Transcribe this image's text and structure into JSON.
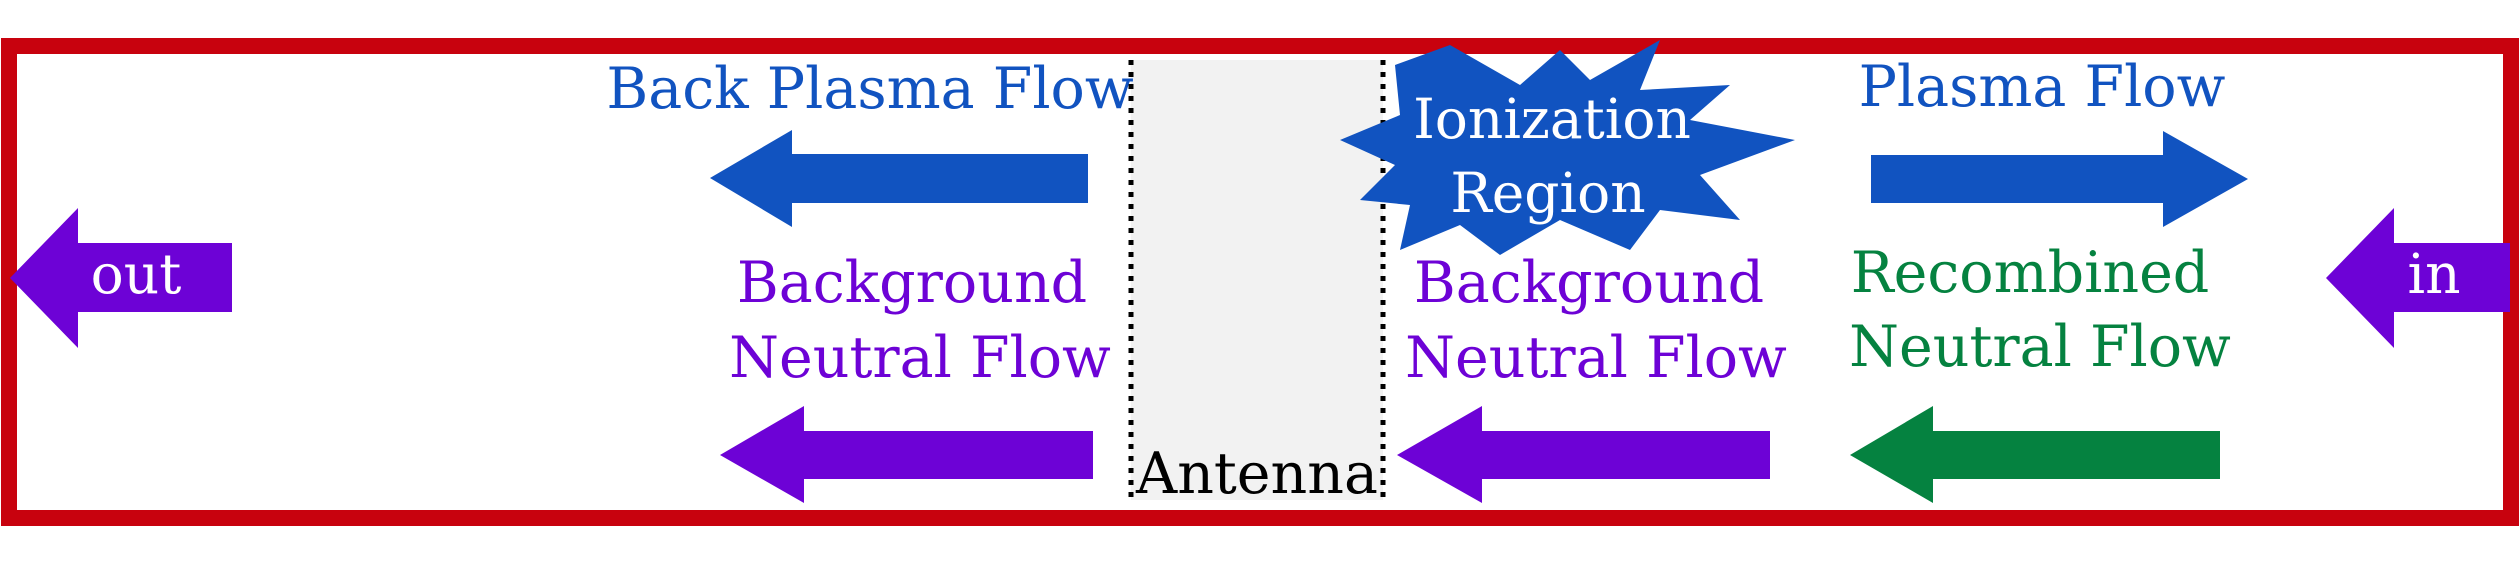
{
  "labels": {
    "back_plasma_flow": "Back Plasma Flow",
    "plasma_flow": "Plasma Flow",
    "ionization_line1": "Ionization",
    "ionization_line2": "Region",
    "out": "out",
    "in": "in",
    "bg_neutral_left_line1": "Background",
    "bg_neutral_left_line2": "Neutral Flow",
    "bg_neutral_right_line1": "Background",
    "bg_neutral_right_line2": "Neutral Flow",
    "recombined_line1": "Recombined",
    "recombined_line2": "Neutral Flow",
    "antenna": "Antenna"
  },
  "colors": {
    "border": "#c8020e",
    "plasma": "#1153c0",
    "neutral": "#6d02d6",
    "recombined": "#058240",
    "antenna_fill": "#f2f2f2",
    "text_dark": "#000000",
    "text_light": "#ffffff"
  },
  "icons": {
    "starburst": "ionization-starburst",
    "arrow": "block-arrow"
  }
}
